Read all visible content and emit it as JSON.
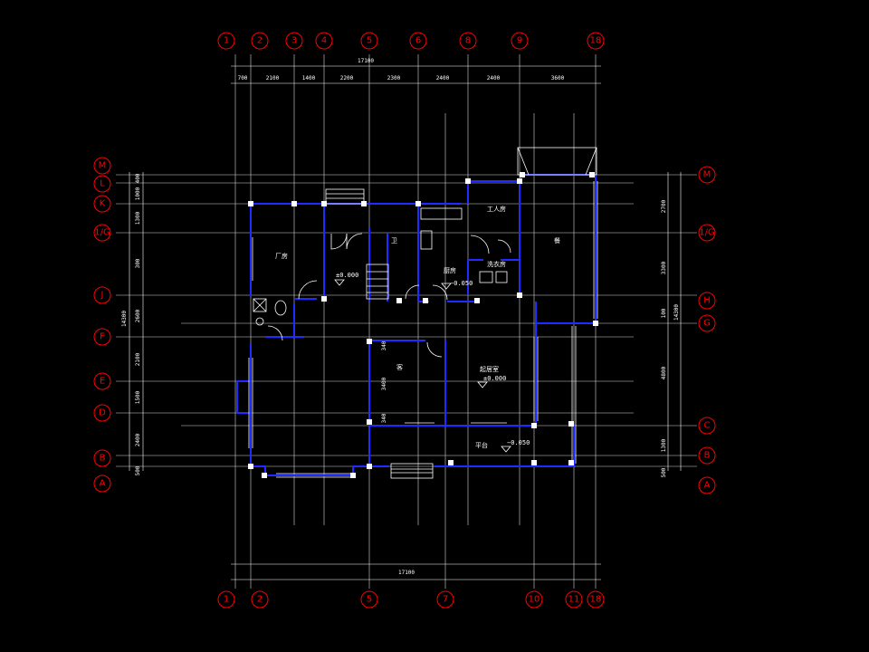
{
  "colors": {
    "background": "#000000",
    "axis": "#ff0000",
    "wall": "#1f2bff",
    "line": "#ffffff"
  },
  "top_axes": [
    "1",
    "2",
    "3",
    "4",
    "5",
    "6",
    "8",
    "9",
    "18"
  ],
  "bottom_axes": [
    "1",
    "2",
    "5",
    "7",
    "10",
    "11",
    "18"
  ],
  "left_axes": [
    "M",
    "L",
    "K",
    "1/G",
    "J",
    "F",
    "E",
    "D",
    "B",
    "A"
  ],
  "right_axes": [
    "M",
    "1/G",
    "H",
    "G",
    "C",
    "B",
    "A"
  ],
  "dims": {
    "top_total": "17100",
    "top_segments": [
      "700",
      "2100",
      "1400",
      "2200",
      "2300",
      "2400",
      "2400",
      "3600"
    ],
    "bottom_total": "17100",
    "left_segments": [
      "400",
      "1000",
      "1300",
      "300",
      "2600",
      "2100",
      "1500",
      "2400",
      "500"
    ],
    "left_total": "14300",
    "right_segments": [
      "2700",
      "3300",
      "100",
      "4800",
      "1300",
      "500"
    ],
    "right_total": "14300",
    "interior_340a": "340",
    "interior_3400": "3400",
    "interior_340b": "340"
  },
  "rooms": {
    "r1": "厂房",
    "r2": "工人房",
    "r3": "洗衣房",
    "r4": "厨房",
    "r5": "客",
    "r6": "起居室",
    "r7": "平台",
    "r8": "卫",
    "r9": "餐"
  },
  "levels": {
    "l1": "±0.000",
    "l2": "−0.050",
    "l3": "±0.000",
    "l4": "−0.050"
  }
}
